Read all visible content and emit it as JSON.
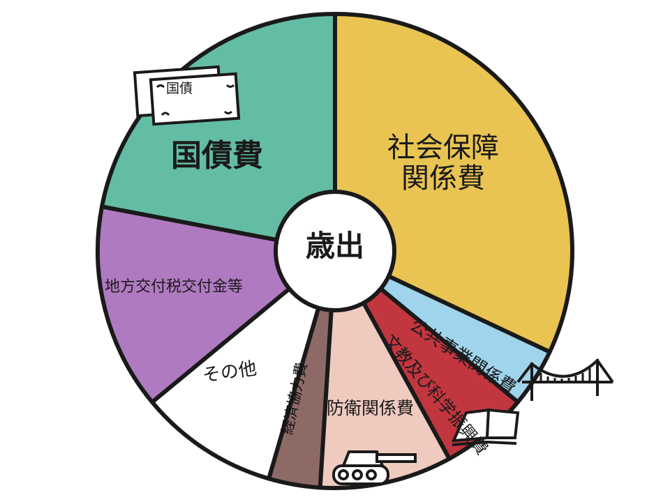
{
  "chart_data": {
    "type": "pie",
    "title": "歳出",
    "unit": "percent (estimated)",
    "slices": [
      {
        "label": "社会保障関係費",
        "value": 32,
        "color": "#e9c452"
      },
      {
        "label": "公共事業関係費",
        "value": 4,
        "color": "#9fd4ec"
      },
      {
        "label": "文教及び科学振興費",
        "value": 6,
        "color": "#c1363f"
      },
      {
        "label": "防衛関係費",
        "value": 9,
        "color": "#efcabe"
      },
      {
        "label": "経済協力費",
        "value": 3.5,
        "color": "#8e6a66"
      },
      {
        "label": "その他",
        "value": 9.5,
        "color": "#ffffff"
      },
      {
        "label": "地方交付税交付金等",
        "value": 14,
        "color": "#b07ac1"
      },
      {
        "label": "国債費",
        "value": 22,
        "color": "#63bda4"
      }
    ],
    "social_lines": [
      "社会保障",
      "関係費"
    ],
    "defense_lines": [
      "防衛",
      "関係費"
    ],
    "bill_label": "国債"
  },
  "icons": [
    "bond-bill-icon",
    "bridge-icon",
    "book-icon",
    "tank-icon"
  ]
}
